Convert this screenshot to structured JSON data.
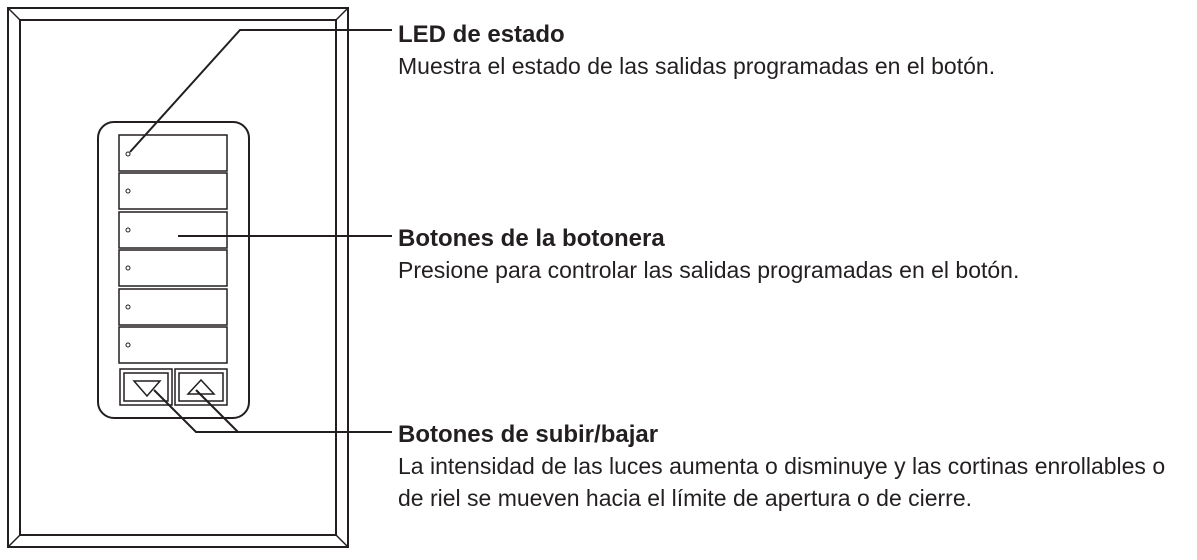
{
  "callouts": {
    "status_led": {
      "title": "LED de estado",
      "description": "Muestra el estado de las salidas programadas en el botón."
    },
    "keypad_buttons": {
      "title": "Botones de la botonera",
      "description": "Presione para controlar las salidas programadas en el botón."
    },
    "raise_lower_buttons": {
      "title": "Botones de subir/bajar",
      "description": "La intensidad de las luces aumenta o disminuye y las cortinas enrollables o de riel se mueven hacia el límite de apertura o de cierre."
    }
  },
  "device": {
    "button_count": 6,
    "lower_icon": "triangle-down-icon",
    "raise_icon": "triangle-up-icon"
  },
  "colors": {
    "line": "#231f20",
    "background": "#ffffff"
  }
}
